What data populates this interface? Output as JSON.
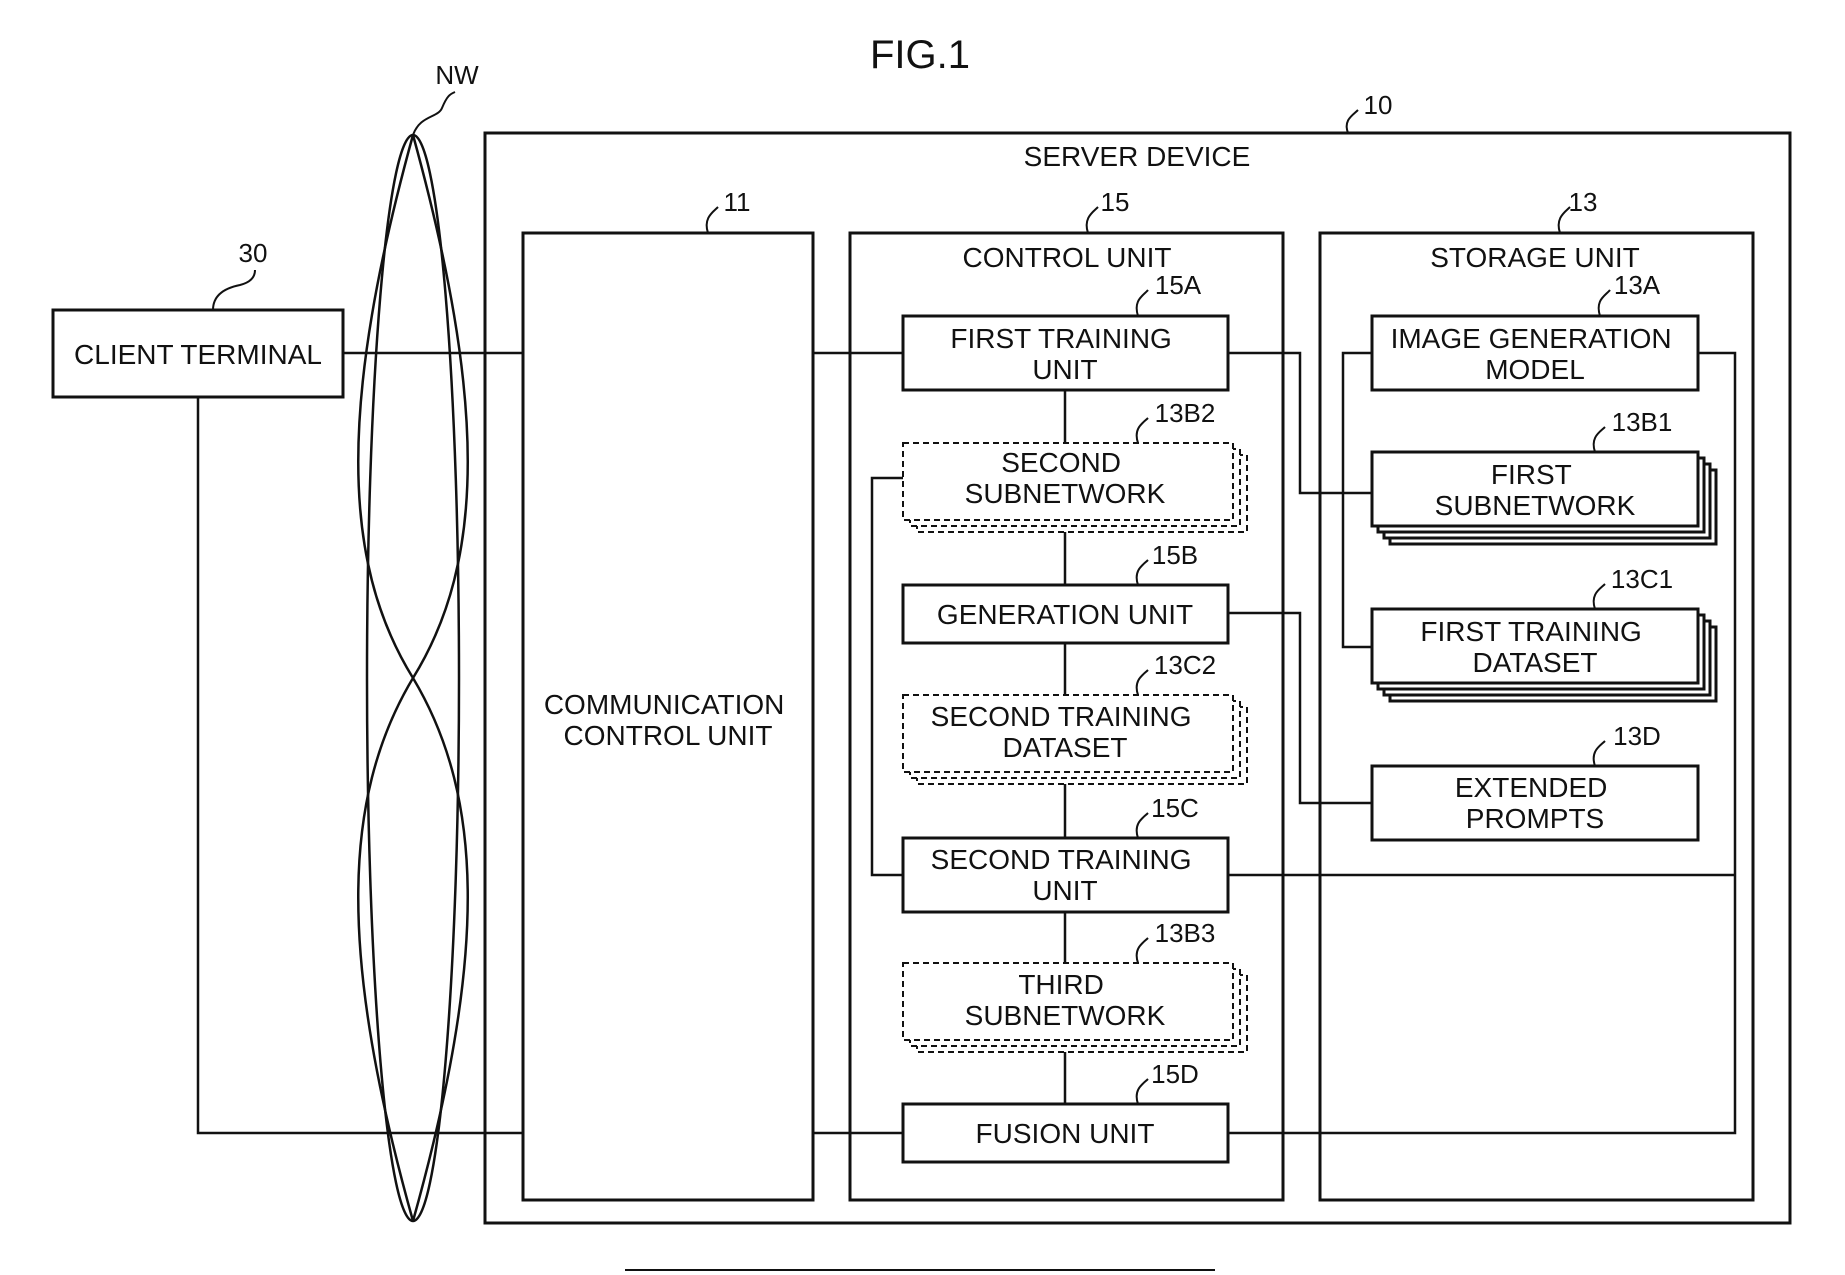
{
  "figure": {
    "title": "FIG.1"
  },
  "network": {
    "label": "NW"
  },
  "client": {
    "label": "CLIENT TERMINAL",
    "ref": "30"
  },
  "server": {
    "label": "SERVER DEVICE",
    "ref": "10"
  },
  "comm_unit": {
    "label_lines": [
      "COMMUNICATION",
      "CONTROL UNIT"
    ],
    "ref": "11"
  },
  "control_unit": {
    "label": "CONTROL UNIT",
    "ref": "15",
    "first_training_unit": {
      "label_lines": [
        "FIRST TRAINING",
        "UNIT"
      ],
      "ref": "15A"
    },
    "second_subnetwork": {
      "label_lines": [
        "SECOND",
        "SUBNETWORK"
      ],
      "ref": "13B2"
    },
    "generation_unit": {
      "label_lines": [
        "GENERATION UNIT"
      ],
      "ref": "15B"
    },
    "second_training_dataset": {
      "label_lines": [
        "SECOND TRAINING",
        "DATASET"
      ],
      "ref": "13C2"
    },
    "second_training_unit": {
      "label_lines": [
        "SECOND TRAINING",
        "UNIT"
      ],
      "ref": "15C"
    },
    "third_subnetwork": {
      "label_lines": [
        "THIRD",
        "SUBNETWORK"
      ],
      "ref": "13B3"
    },
    "fusion_unit": {
      "label_lines": [
        "FUSION UNIT"
      ],
      "ref": "15D"
    }
  },
  "storage_unit": {
    "label": "STORAGE UNIT",
    "ref": "13",
    "image_generation_model": {
      "label_lines": [
        "IMAGE GENERATION",
        "MODEL"
      ],
      "ref": "13A"
    },
    "first_subnetwork": {
      "label_lines": [
        "FIRST",
        "SUBNETWORK"
      ],
      "ref": "13B1"
    },
    "first_training_dataset": {
      "label_lines": [
        "FIRST TRAINING",
        "DATASET"
      ],
      "ref": "13C1"
    },
    "extended_prompts": {
      "label_lines": [
        "EXTENDED",
        "PROMPTS"
      ],
      "ref": "13D"
    }
  }
}
